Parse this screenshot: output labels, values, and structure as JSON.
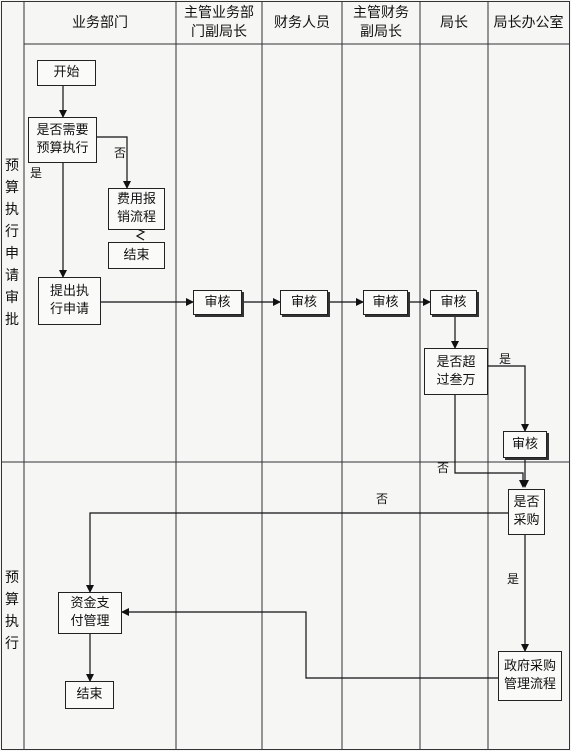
{
  "headers": [
    "业务部门",
    "主管业务部\n门副局长",
    "财务人员",
    "主管财务\n副局长",
    "局长",
    "局长办公室"
  ],
  "phases": [
    "预算执行申请审批",
    "预算执行"
  ],
  "nodes": {
    "start": "开始",
    "need_budget": "是否需要\n预算执行",
    "expense_flow": "费用报\n销流程",
    "end_top": "结束",
    "submit": "提出执\n行申请",
    "review1": "审核",
    "review2": "审核",
    "review3": "审核",
    "review4": "审核",
    "over_30k": "是否超\n过叁万",
    "review5": "审核",
    "is_purchase": "是否\n采购",
    "fund_payment": "资金支\n付管理",
    "gov_purchase": "政府采购\n管理流程",
    "end_bottom": "结束"
  },
  "edge_labels": {
    "no1": "否",
    "yes1": "是",
    "yes2": "是",
    "no2": "否",
    "no3": "否",
    "yes3": "是"
  }
}
